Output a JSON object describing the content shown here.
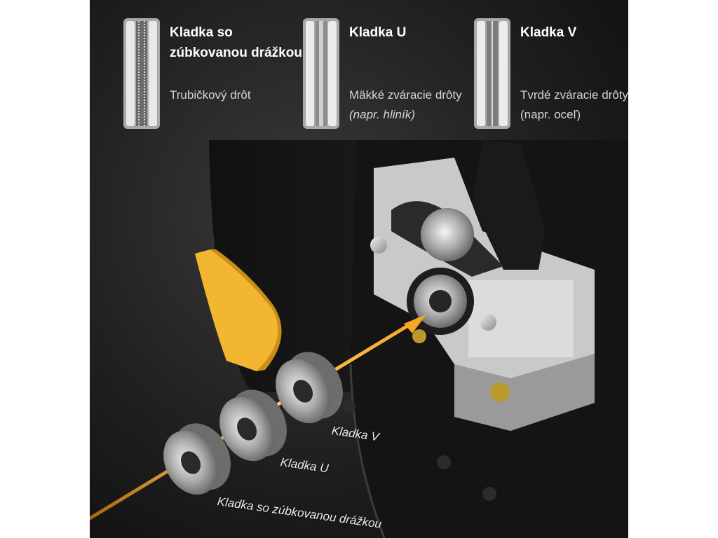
{
  "rolls": [
    {
      "title": "Kladka so zúbkovanou drážkou",
      "description": "Trubičkový drôt",
      "description_note": "",
      "icon": "knurled-groove-roll-icon"
    },
    {
      "title": "Kladka U",
      "description": "Mäkké zváracie drôty",
      "description_note": "(napr. hliník)",
      "icon": "u-groove-roll-icon"
    },
    {
      "title": "Kladka V",
      "description": "Tvrdé zváracie drôty (napr. oceľ)",
      "description_note": "",
      "icon": "v-groove-roll-icon"
    }
  ],
  "scene_labels": {
    "v_roll": "Kladka V",
    "u_roll": "Kladka U",
    "knurled_roll": "Kladka so zúbkovanou drážkou"
  },
  "colors": {
    "background": "#1f1f1f",
    "accent_yellow": "#f2b631",
    "wire_orange": "#f5a623",
    "title_text": "#ffffff",
    "description_text": "#d6d6d6"
  }
}
